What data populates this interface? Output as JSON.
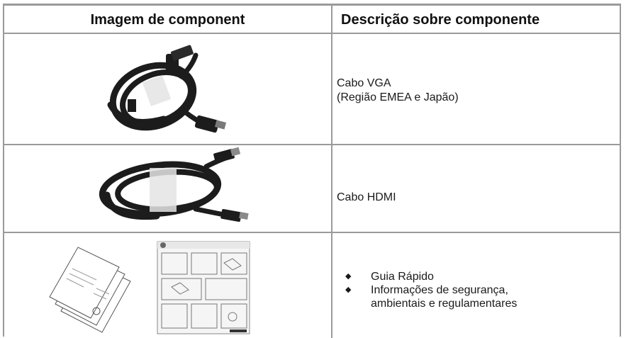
{
  "table": {
    "header": {
      "image_col": "Imagem de component",
      "desc_col": "Descrição sobre componente"
    },
    "rows": [
      {
        "image_icon": "vga-cable-icon",
        "line1": "Cabo VGA",
        "line2": "(Região EMEA e Japão)"
      },
      {
        "image_icon": "hdmi-cable-icon",
        "line1": "Cabo HDMI"
      },
      {
        "image_icon": "documents-icon",
        "bullets": [
          "Guia Rápido",
          "Informações de segurança, ambientais e regulamentares"
        ]
      }
    ]
  },
  "colors": {
    "border": "#9a9a9a",
    "cable": "#1c1c1c",
    "text": "#1a1a1a"
  }
}
